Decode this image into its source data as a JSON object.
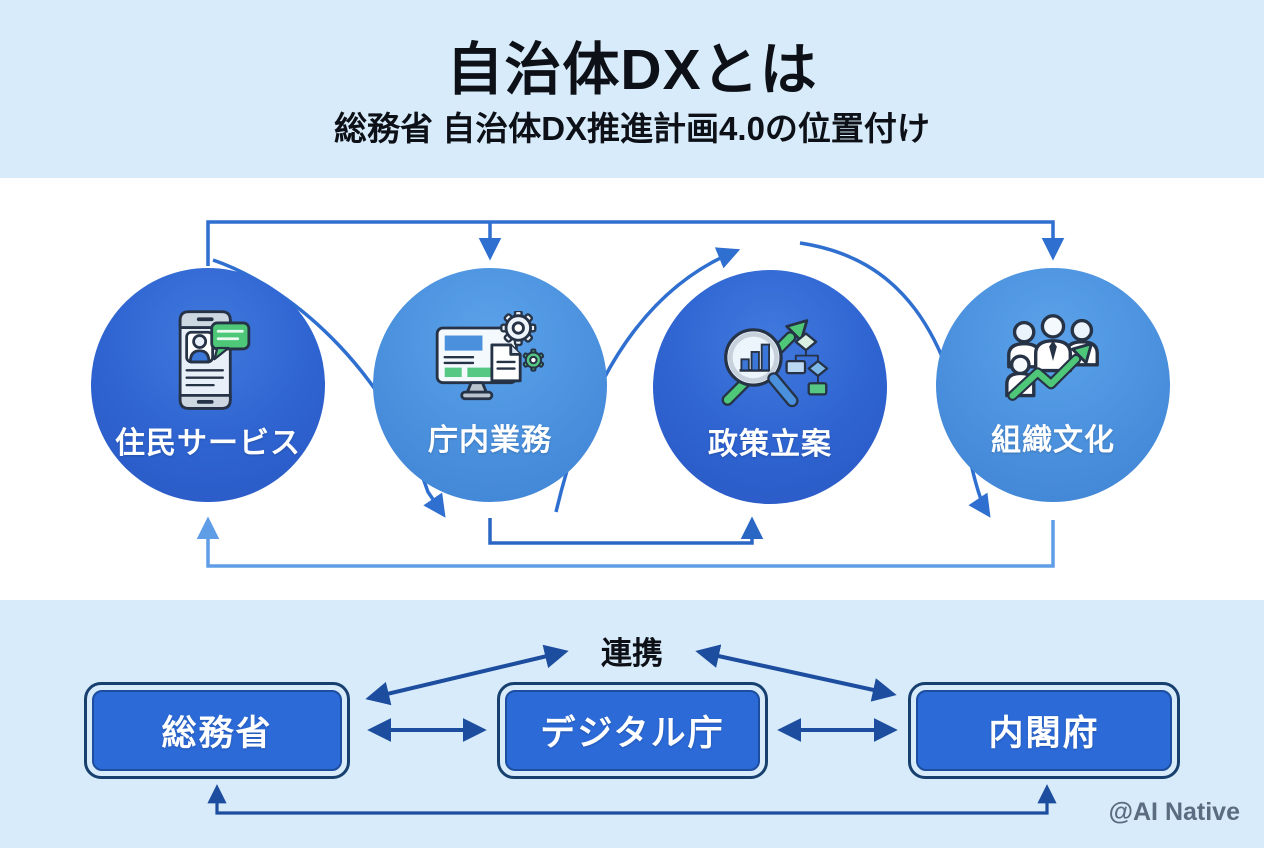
{
  "header": {
    "title": "自治体DXとは",
    "subtitle": "総務省 自治体DX推進計画4.0の位置付け"
  },
  "cycle": {
    "items": [
      {
        "label": "住民サービス",
        "icon": "smartphone-chat-icon"
      },
      {
        "label": "庁内業務",
        "icon": "computer-gears-icon"
      },
      {
        "label": "政策立案",
        "icon": "magnifier-chart-icon"
      },
      {
        "label": "組織文化",
        "icon": "team-growth-icon"
      }
    ]
  },
  "agencies": {
    "relation_label": "連携",
    "boxes": [
      {
        "label": "総務省"
      },
      {
        "label": "デジタル庁"
      },
      {
        "label": "内閣府"
      }
    ]
  },
  "watermark": "@AI Native",
  "colors": {
    "band-bg": "#d8ebfa",
    "mid-bg": "#ffffff",
    "title-color": "#0d1117",
    "circle-dark": "#2e63d0",
    "circle-light": "#4a90dd",
    "box-fill": "#2c6ad8",
    "box-border": "#17406f",
    "arrow-navy": "#1d4d9e",
    "arrow-blue": "#2f6fd0",
    "arrow-mid": "#2a66c4",
    "arrow-light": "#5f9de6",
    "accent-green": "#4ec878"
  }
}
